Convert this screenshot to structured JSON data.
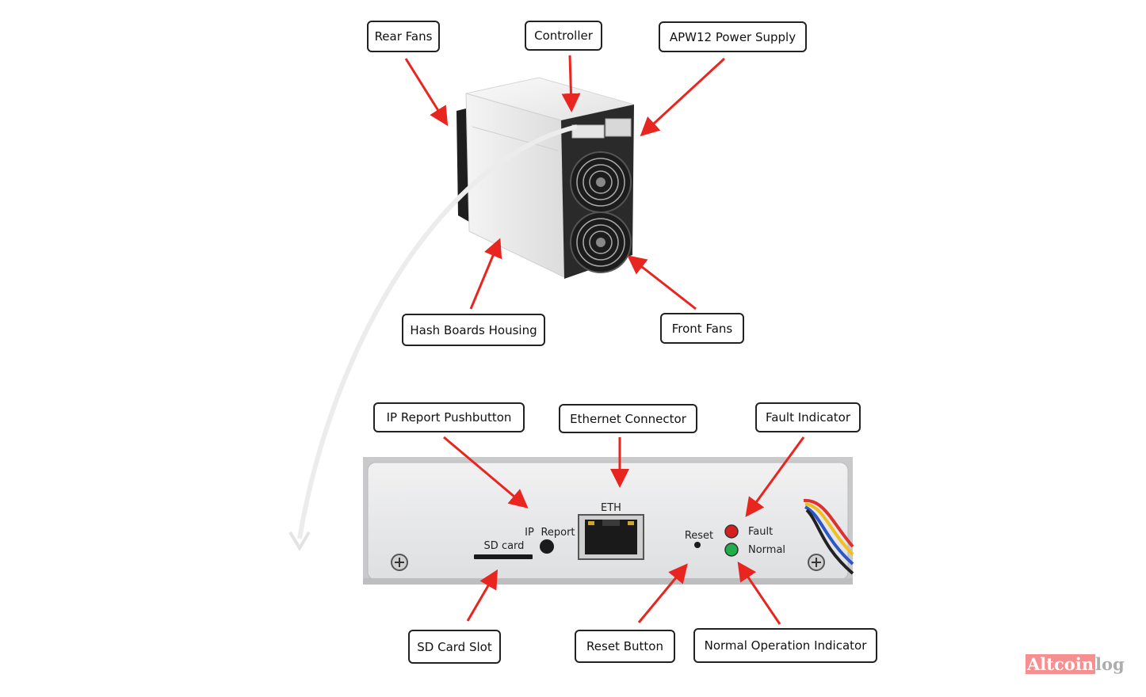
{
  "callouts": {
    "rear_fans": "Rear Fans",
    "controller": "Controller",
    "power_supply": "APW12 Power Supply",
    "hash_boards": "Hash Boards Housing",
    "front_fans": "Front Fans",
    "ip_report": "IP Report Pushbutton",
    "ethernet": "Ethernet Connector",
    "fault": "Fault Indicator",
    "sd_slot": "SD Card Slot",
    "reset": "Reset Button",
    "normal": "Normal Operation Indicator"
  },
  "panel": {
    "eth": "ETH",
    "ip": "IP",
    "report": "Report",
    "sd_card": "SD card",
    "reset": "Reset",
    "fault": "Fault",
    "normal": "Normal"
  },
  "watermark": {
    "part1": "Altcoin",
    "part2": "log"
  },
  "colors": {
    "arrow": "#e8251f",
    "fault_led": "#d42020",
    "normal_led": "#1fae4a",
    "panel": "#e9e9ea"
  }
}
